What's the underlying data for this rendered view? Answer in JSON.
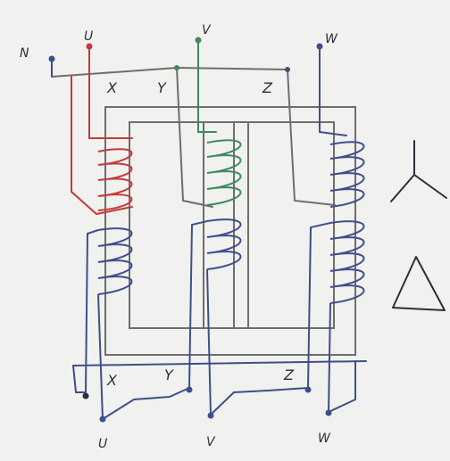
{
  "board": {
    "background": "#f1f1ef",
    "colors": {
      "red": "#c43a3a",
      "blue": "#3e4f8a",
      "green": "#3e8a5c",
      "gray": "#6e6e6e",
      "dark": "#2b2f3a"
    }
  },
  "labels": {
    "n": "N",
    "u_top": "U",
    "v_top": "V",
    "w_top": "W",
    "x_top": "X",
    "y_top": "Y",
    "z_top": "Z",
    "x_bottom": "X",
    "y_bottom": "Y",
    "z_bottom": "Z",
    "u_bottom": "U",
    "v_bottom": "V",
    "w_bottom": "W"
  },
  "symbols": [
    "star-wye",
    "delta-triangle"
  ]
}
